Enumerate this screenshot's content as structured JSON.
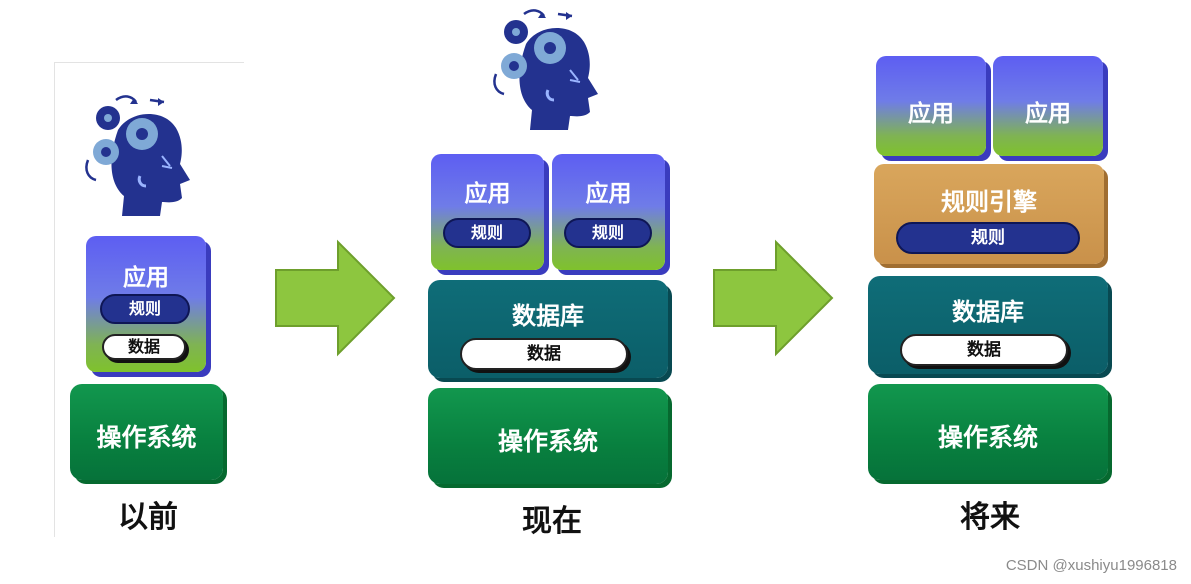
{
  "stages": {
    "before": {
      "caption": "以前",
      "app": "应用",
      "rule": "规则",
      "data": "数据",
      "os": "操作系统"
    },
    "now": {
      "caption": "现在",
      "app1": "应用",
      "app2": "应用",
      "rule1": "规则",
      "rule2": "规则",
      "database": "数据库",
      "data": "数据",
      "os": "操作系统"
    },
    "future": {
      "caption": "将来",
      "app1": "应用",
      "app2": "应用",
      "engine": "规则引擎",
      "rule": "规则",
      "database": "数据库",
      "data": "数据",
      "os": "操作系统"
    }
  },
  "watermark": "CSDN @xushiyu1996818",
  "colors": {
    "arrow": "#8dc63f",
    "app_top": "#5d5ef2",
    "app_bottom": "#7fc22c",
    "os": "#0a8a45",
    "database": "#0d6571",
    "engine": "#d19c52",
    "head": "#23328f",
    "gear": "#7fa9d6"
  }
}
